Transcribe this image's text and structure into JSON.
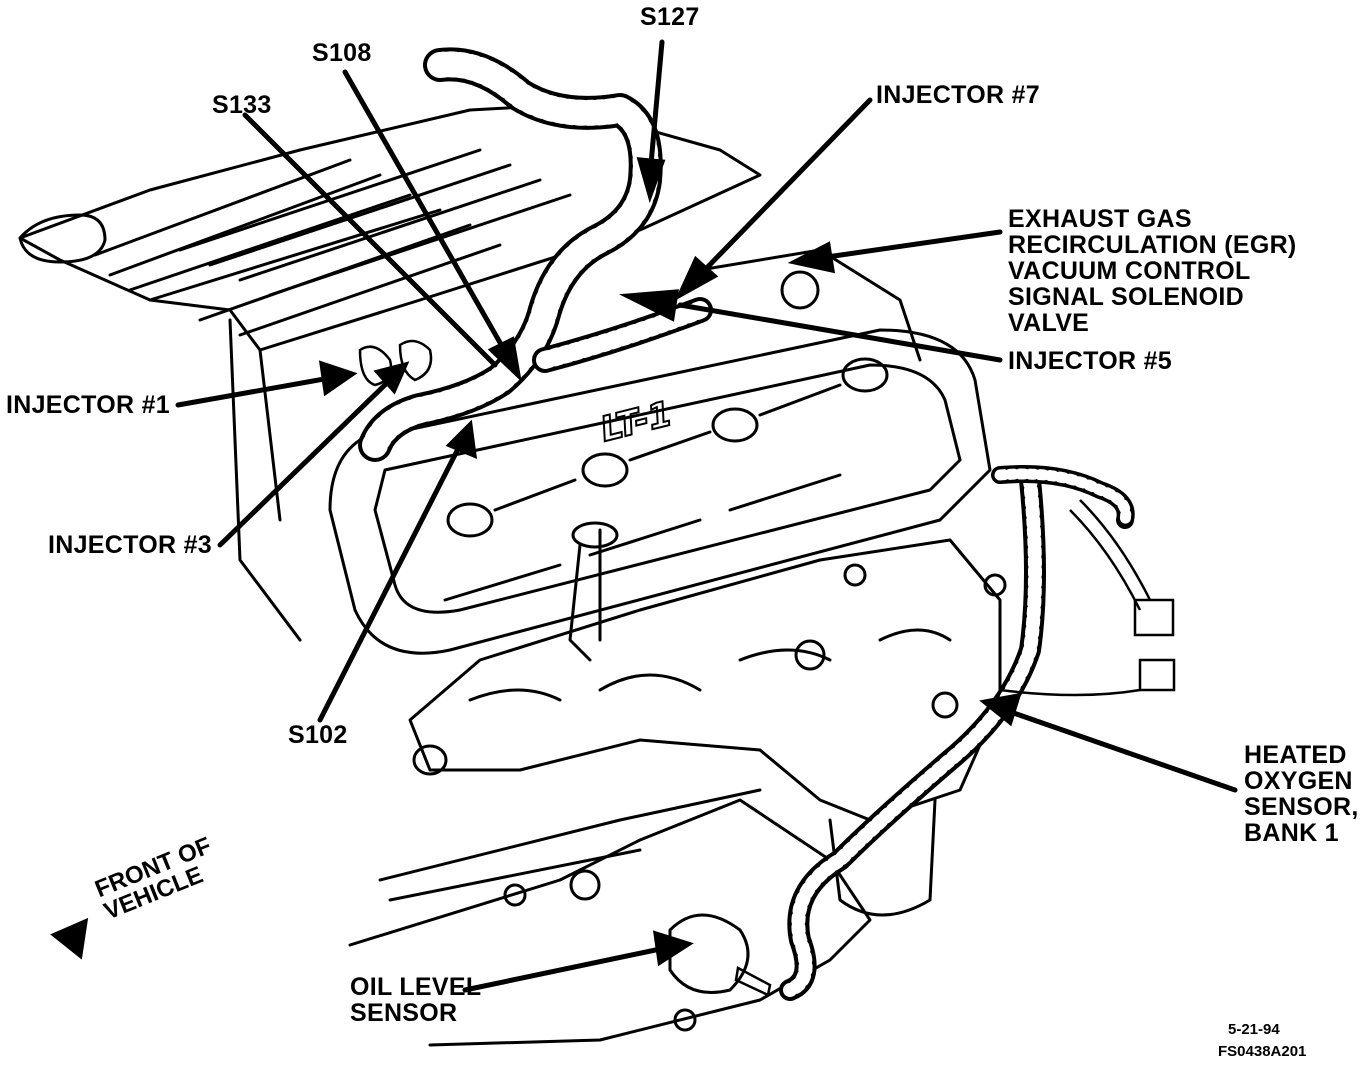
{
  "labels": {
    "s127": "S127",
    "s108": "S108",
    "s133": "S133",
    "injector7": "INJECTOR #7",
    "egr": [
      "EXHAUST GAS",
      "RECIRCULATION (EGR)",
      "VACUUM CONTROL",
      "SIGNAL SOLENOID",
      "VALVE"
    ],
    "injector5": "INJECTOR #5",
    "injector1": "INJECTOR #1",
    "injector3": "INJECTOR #3",
    "s102": "S102",
    "heated_o2": [
      "HEATED",
      "OXYGEN",
      "SENSOR,",
      "BANK 1"
    ],
    "oil_level": [
      "OIL LEVEL",
      "SENSOR"
    ],
    "front_vehicle": [
      "FRONT OF",
      "VEHICLE"
    ],
    "engine_badge": "LT-1"
  },
  "footer": {
    "date": "5-21-94",
    "code": "FS0438A201"
  },
  "colors": {
    "ink": "#000000",
    "paper": "#ffffff"
  }
}
